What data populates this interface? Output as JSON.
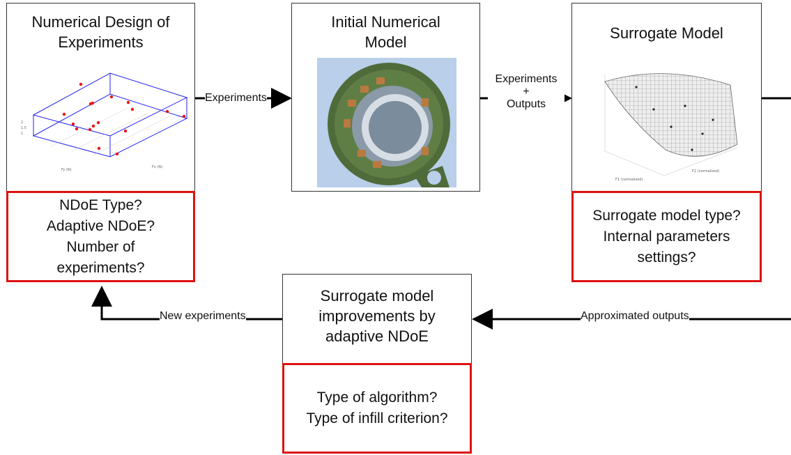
{
  "nodes": {
    "ndoe": {
      "title_1": "Numerical Design of",
      "title_2": "Experiments",
      "questions": [
        "NDoE Type?",
        "Adaptive NDoE?",
        "Number of",
        "experiments?"
      ]
    },
    "initial_model": {
      "title_1": "Initial Numerical",
      "title_2": "Model"
    },
    "surrogate": {
      "title": "Surrogate Model",
      "questions": [
        "Surrogate model type?",
        "Internal parameters",
        "settings?"
      ]
    },
    "improvement": {
      "title_lines": [
        "Surrogate model",
        "improvements by",
        "adaptive NDoE"
      ],
      "questions": [
        "Type of algorithm?",
        "Type of infill criterion?"
      ]
    }
  },
  "edges": {
    "experiments": "Experiments",
    "experiments_outputs_1": "Experiments",
    "experiments_outputs_2": "+",
    "experiments_outputs_3": "Outputs",
    "new_experiments": "New experiments",
    "approximated_outputs": "Approximated outputs"
  },
  "colors": {
    "question_border": "#dd1111",
    "scatter_box": "#2222ee",
    "scatter_points": "#ee1111",
    "model_green": "#4f6b3a",
    "model_bg": "#a9c3e8"
  }
}
